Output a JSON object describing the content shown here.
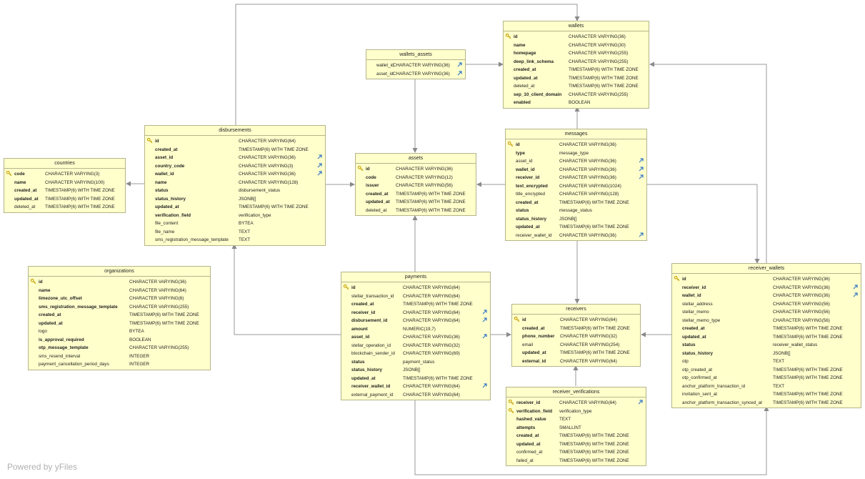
{
  "diagram": {
    "watermark": "Powered by yFiles",
    "colors": {
      "table_fill": "#ffffcc",
      "table_border": "#b5b58a",
      "edge": "#9a9a9a",
      "fk_icon": "#3478c6",
      "key_icon": "#c8a000"
    },
    "icons": {
      "primary_key": "key-icon",
      "foreign_key": "foreign-key-arrow-icon"
    },
    "tables": [
      {
        "id": "countries",
        "name": "countries",
        "columns": [
          {
            "name": "code",
            "type": "CHARACTER VARYING(3)",
            "bold": true,
            "pk": true
          },
          {
            "name": "name",
            "type": "CHARACTER VARYING(100)",
            "bold": true
          },
          {
            "name": "created_at",
            "type": "TIMESTAMP(6) WITH TIME ZONE",
            "bold": true
          },
          {
            "name": "updated_at",
            "type": "TIMESTAMP(6) WITH TIME ZONE",
            "bold": true
          },
          {
            "name": "deleted_at",
            "type": "TIMESTAMP(6) WITH TIME ZONE"
          }
        ]
      },
      {
        "id": "disbursements",
        "name": "disbursements",
        "columns": [
          {
            "name": "id",
            "type": "CHARACTER VARYING(64)",
            "bold": true,
            "pk": true
          },
          {
            "name": "created_at",
            "type": "TIMESTAMP(6) WITH TIME ZONE",
            "bold": true
          },
          {
            "name": "asset_id",
            "type": "CHARACTER VARYING(36)",
            "bold": true,
            "fk": true
          },
          {
            "name": "country_code",
            "type": "CHARACTER VARYING(3)",
            "bold": true,
            "fk": true
          },
          {
            "name": "wallet_id",
            "type": "CHARACTER VARYING(36)",
            "bold": true,
            "fk": true
          },
          {
            "name": "name",
            "type": "CHARACTER VARYING(128)",
            "bold": true
          },
          {
            "name": "status",
            "type": "disbursement_status",
            "bold": true
          },
          {
            "name": "status_history",
            "type": "JSONB[]",
            "bold": true
          },
          {
            "name": "updated_at",
            "type": "TIMESTAMP(6) WITH TIME ZONE",
            "bold": true
          },
          {
            "name": "verification_field",
            "type": "verification_type",
            "bold": true
          },
          {
            "name": "file_content",
            "type": "BYTEA"
          },
          {
            "name": "file_name",
            "type": "TEXT"
          },
          {
            "name": "sms_registration_message_template",
            "type": "TEXT"
          }
        ]
      },
      {
        "id": "organizations",
        "name": "organizations",
        "columns": [
          {
            "name": "id",
            "type": "CHARACTER VARYING(36)",
            "bold": true,
            "pk": true
          },
          {
            "name": "name",
            "type": "CHARACTER VARYING(64)",
            "bold": true
          },
          {
            "name": "timezone_utc_offset",
            "type": "CHARACTER VARYING(6)",
            "bold": true
          },
          {
            "name": "sms_registration_message_template",
            "type": "CHARACTER VARYING(255)",
            "bold": true
          },
          {
            "name": "created_at",
            "type": "TIMESTAMP(6) WITH TIME ZONE",
            "bold": true
          },
          {
            "name": "updated_at",
            "type": "TIMESTAMP(6) WITH TIME ZONE",
            "bold": true
          },
          {
            "name": "logo",
            "type": "BYTEA"
          },
          {
            "name": "is_approval_required",
            "type": "BOOLEAN",
            "bold": true
          },
          {
            "name": "otp_message_template",
            "type": "CHARACTER VARYING(255)",
            "bold": true
          },
          {
            "name": "sms_resend_interval",
            "type": "INTEGER"
          },
          {
            "name": "payment_cancellation_period_days",
            "type": "INTEGER"
          }
        ]
      },
      {
        "id": "wallets_assets",
        "name": "wallets_assets",
        "columns": [
          {
            "name": "wallet_id",
            "type": "CHARACTER VARYING(36)",
            "fk": true
          },
          {
            "name": "asset_id",
            "type": "CHARACTER VARYING(36)",
            "fk": true
          }
        ]
      },
      {
        "id": "assets",
        "name": "assets",
        "columns": [
          {
            "name": "id",
            "type": "CHARACTER VARYING(36)",
            "bold": true,
            "pk": true
          },
          {
            "name": "code",
            "type": "CHARACTER VARYING(12)",
            "bold": true
          },
          {
            "name": "issuer",
            "type": "CHARACTER VARYING(56)",
            "bold": true
          },
          {
            "name": "created_at",
            "type": "TIMESTAMP(6) WITH TIME ZONE",
            "bold": true
          },
          {
            "name": "updated_at",
            "type": "TIMESTAMP(6) WITH TIME ZONE",
            "bold": true
          },
          {
            "name": "deleted_at",
            "type": "TIMESTAMP(6) WITH TIME ZONE"
          }
        ]
      },
      {
        "id": "payments",
        "name": "payments",
        "columns": [
          {
            "name": "id",
            "type": "CHARACTER VARYING(64)",
            "bold": true,
            "pk": true
          },
          {
            "name": "stellar_transaction_id",
            "type": "CHARACTER VARYING(64)"
          },
          {
            "name": "created_at",
            "type": "TIMESTAMP(6) WITH TIME ZONE",
            "bold": true
          },
          {
            "name": "receiver_id",
            "type": "CHARACTER VARYING(64)",
            "bold": true,
            "fk": true
          },
          {
            "name": "disbursement_id",
            "type": "CHARACTER VARYING(64)",
            "bold": true,
            "fk": true
          },
          {
            "name": "amount",
            "type": "NUMERIC(19,7)",
            "bold": true
          },
          {
            "name": "asset_id",
            "type": "CHARACTER VARYING(36)",
            "bold": true,
            "fk": true
          },
          {
            "name": "stellar_operation_id",
            "type": "CHARACTER VARYING(32)"
          },
          {
            "name": "blockchain_sender_id",
            "type": "CHARACTER VARYING(69)"
          },
          {
            "name": "status",
            "type": "payment_status",
            "bold": true
          },
          {
            "name": "status_history",
            "type": "JSONB[]",
            "bold": true
          },
          {
            "name": "updated_at",
            "type": "TIMESTAMP(6) WITH TIME ZONE",
            "bold": true
          },
          {
            "name": "receiver_wallet_id",
            "type": "CHARACTER VARYING(64)",
            "bold": true,
            "fk": true
          },
          {
            "name": "external_payment_id",
            "type": "CHARACTER VARYING(64)"
          }
        ]
      },
      {
        "id": "wallets",
        "name": "wallets",
        "columns": [
          {
            "name": "id",
            "type": "CHARACTER VARYING(36)",
            "bold": true,
            "pk": true
          },
          {
            "name": "name",
            "type": "CHARACTER VARYING(30)",
            "bold": true
          },
          {
            "name": "homepage",
            "type": "CHARACTER VARYING(255)",
            "bold": true
          },
          {
            "name": "deep_link_schema",
            "type": "CHARACTER VARYING(255)",
            "bold": true
          },
          {
            "name": "created_at",
            "type": "TIMESTAMP(6) WITH TIME ZONE",
            "bold": true
          },
          {
            "name": "updated_at",
            "type": "TIMESTAMP(6) WITH TIME ZONE",
            "bold": true
          },
          {
            "name": "deleted_at",
            "type": "TIMESTAMP(6) WITH TIME ZONE"
          },
          {
            "name": "sep_10_client_domain",
            "type": "CHARACTER VARYING(255)",
            "bold": true
          },
          {
            "name": "enabled",
            "type": "BOOLEAN",
            "bold": true
          }
        ]
      },
      {
        "id": "messages",
        "name": "messages",
        "columns": [
          {
            "name": "id",
            "type": "CHARACTER VARYING(36)",
            "bold": true,
            "pk": true
          },
          {
            "name": "type",
            "type": "message_type",
            "bold": true
          },
          {
            "name": "asset_id",
            "type": "CHARACTER VARYING(36)",
            "fk": true
          },
          {
            "name": "wallet_id",
            "type": "CHARACTER VARYING(36)",
            "bold": true,
            "fk": true
          },
          {
            "name": "receiver_id",
            "type": "CHARACTER VARYING(36)",
            "bold": true,
            "fk": true
          },
          {
            "name": "text_encrypted",
            "type": "CHARACTER VARYING(1024)",
            "bold": true
          },
          {
            "name": "title_encrypted",
            "type": "CHARACTER VARYING(128)"
          },
          {
            "name": "created_at",
            "type": "TIMESTAMP(6) WITH TIME ZONE",
            "bold": true
          },
          {
            "name": "status",
            "type": "message_status",
            "bold": true
          },
          {
            "name": "status_history",
            "type": "JSONB[]",
            "bold": true
          },
          {
            "name": "updated_at",
            "type": "TIMESTAMP(6) WITH TIME ZONE",
            "bold": true
          },
          {
            "name": "receiver_wallet_id",
            "type": "CHARACTER VARYING(36)",
            "fk": true
          }
        ]
      },
      {
        "id": "receivers",
        "name": "receivers",
        "columns": [
          {
            "name": "id",
            "type": "CHARACTER VARYING(64)",
            "bold": true,
            "pk": true
          },
          {
            "name": "created_at",
            "type": "TIMESTAMP(6) WITH TIME ZONE",
            "bold": true
          },
          {
            "name": "phone_number",
            "type": "CHARACTER VARYING(32)",
            "bold": true
          },
          {
            "name": "email",
            "type": "CHARACTER VARYING(254)"
          },
          {
            "name": "updated_at",
            "type": "TIMESTAMP(6) WITH TIME ZONE",
            "bold": true
          },
          {
            "name": "external_id",
            "type": "CHARACTER VARYING(64)",
            "bold": true
          }
        ]
      },
      {
        "id": "receiver_verifications",
        "name": "receiver_verifications",
        "columns": [
          {
            "name": "receiver_id",
            "type": "CHARACTER VARYING(64)",
            "bold": true,
            "pk": true,
            "fk": true
          },
          {
            "name": "verification_field",
            "type": "verification_type",
            "bold": true,
            "pk": true
          },
          {
            "name": "hashed_value",
            "type": "TEXT",
            "bold": true
          },
          {
            "name": "attempts",
            "type": "SMALLINT",
            "bold": true
          },
          {
            "name": "created_at",
            "type": "TIMESTAMP(6) WITH TIME ZONE",
            "bold": true
          },
          {
            "name": "updated_at",
            "type": "TIMESTAMP(6) WITH TIME ZONE",
            "bold": true
          },
          {
            "name": "confirmed_at",
            "type": "TIMESTAMP(6) WITH TIME ZONE"
          },
          {
            "name": "failed_at",
            "type": "TIMESTAMP(6) WITH TIME ZONE"
          }
        ]
      },
      {
        "id": "receiver_wallets",
        "name": "receiver_wallets",
        "columns": [
          {
            "name": "id",
            "type": "CHARACTER VARYING(36)",
            "bold": true,
            "pk": true
          },
          {
            "name": "receiver_id",
            "type": "CHARACTER VARYING(36)",
            "bold": true,
            "fk": true
          },
          {
            "name": "wallet_id",
            "type": "CHARACTER VARYING(36)",
            "bold": true,
            "fk": true
          },
          {
            "name": "stellar_address",
            "type": "CHARACTER VARYING(56)"
          },
          {
            "name": "stellar_memo",
            "type": "CHARACTER VARYING(56)"
          },
          {
            "name": "stellar_memo_type",
            "type": "CHARACTER VARYING(56)"
          },
          {
            "name": "created_at",
            "type": "TIMESTAMP(6) WITH TIME ZONE",
            "bold": true
          },
          {
            "name": "updated_at",
            "type": "TIMESTAMP(6) WITH TIME ZONE",
            "bold": true
          },
          {
            "name": "status",
            "type": "receiver_wallet_status",
            "bold": true
          },
          {
            "name": "status_history",
            "type": "JSONB[]",
            "bold": true
          },
          {
            "name": "otp",
            "type": "TEXT"
          },
          {
            "name": "otp_created_at",
            "type": "TIMESTAMP(6) WITH TIME ZONE"
          },
          {
            "name": "otp_confirmed_at",
            "type": "TIMESTAMP(6) WITH TIME ZONE"
          },
          {
            "name": "anchor_platform_transaction_id",
            "type": "TEXT"
          },
          {
            "name": "invitation_sent_at",
            "type": "TIMESTAMP(6) WITH TIME ZONE"
          },
          {
            "name": "anchor_platform_transaction_synced_at",
            "type": "TIMESTAMP(6) WITH TIME ZONE"
          }
        ]
      }
    ]
  }
}
